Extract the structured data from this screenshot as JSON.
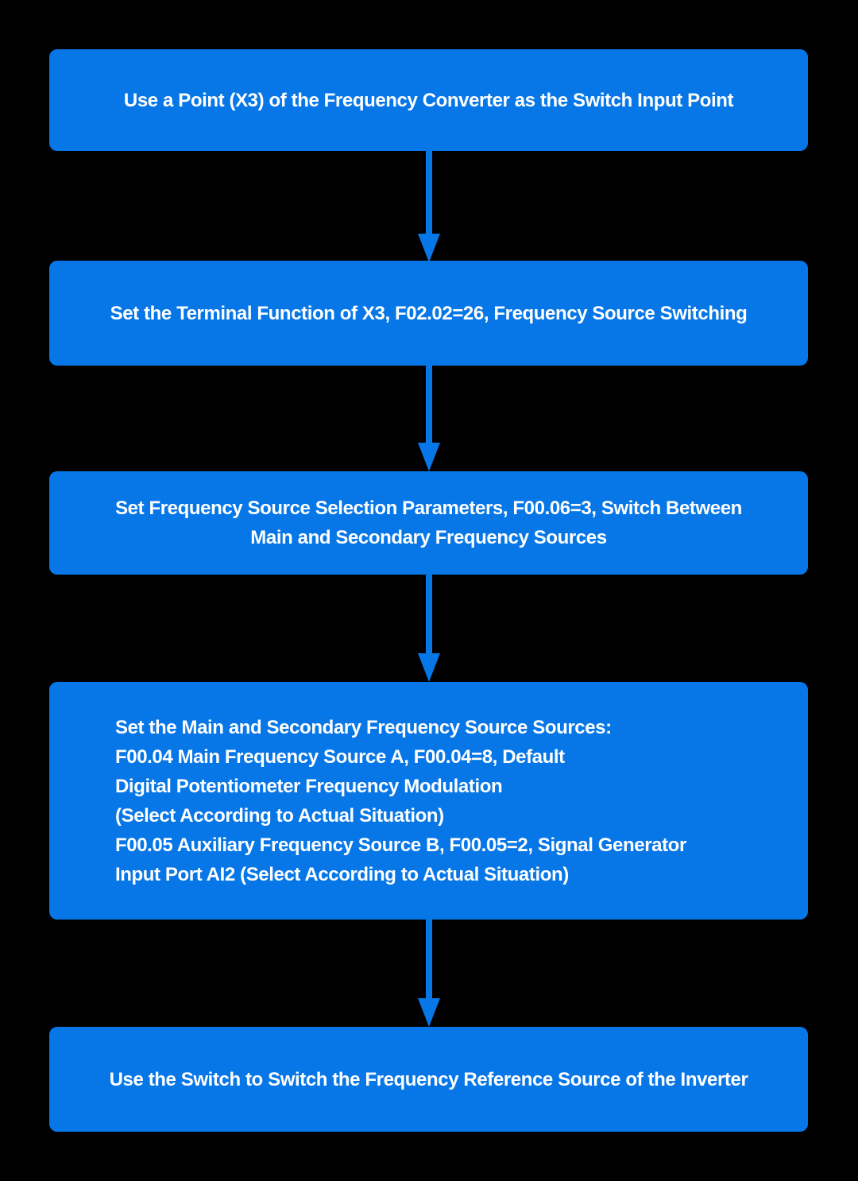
{
  "flowchart": {
    "colors": {
      "background": "#000000",
      "box_fill": "#0777E8",
      "text": "#FFFFFF",
      "arrow": "#0777E8"
    },
    "steps": [
      {
        "lines": [
          "Use a Point (X3) of the Frequency Converter as the Switch Input Point"
        ]
      },
      {
        "lines": [
          "Set the Terminal Function of X3, F02.02=26, Frequency Source Switching"
        ]
      },
      {
        "lines": [
          "Set Frequency Source Selection Parameters, F00.06=3, Switch Between",
          "Main and Secondary Frequency Sources"
        ]
      },
      {
        "lines": [
          "Set the Main and Secondary Frequency Source Sources:",
          "F00.04 Main Frequency Source A, F00.04=8, Default",
          "Digital Potentiometer Frequency Modulation",
          "(Select According to Actual Situation)",
          "F00.05 Auxiliary Frequency Source B, F00.05=2, Signal Generator",
          "Input Port AI2 (Select According to Actual Situation)"
        ]
      },
      {
        "lines": [
          "Use the Switch to Switch the Frequency Reference Source of the Inverter"
        ]
      }
    ],
    "connectors": [
      {
        "from_step": 1,
        "to_step": 2
      },
      {
        "from_step": 2,
        "to_step": 3
      },
      {
        "from_step": 3,
        "to_step": 4
      },
      {
        "from_step": 4,
        "to_step": 5
      }
    ]
  }
}
